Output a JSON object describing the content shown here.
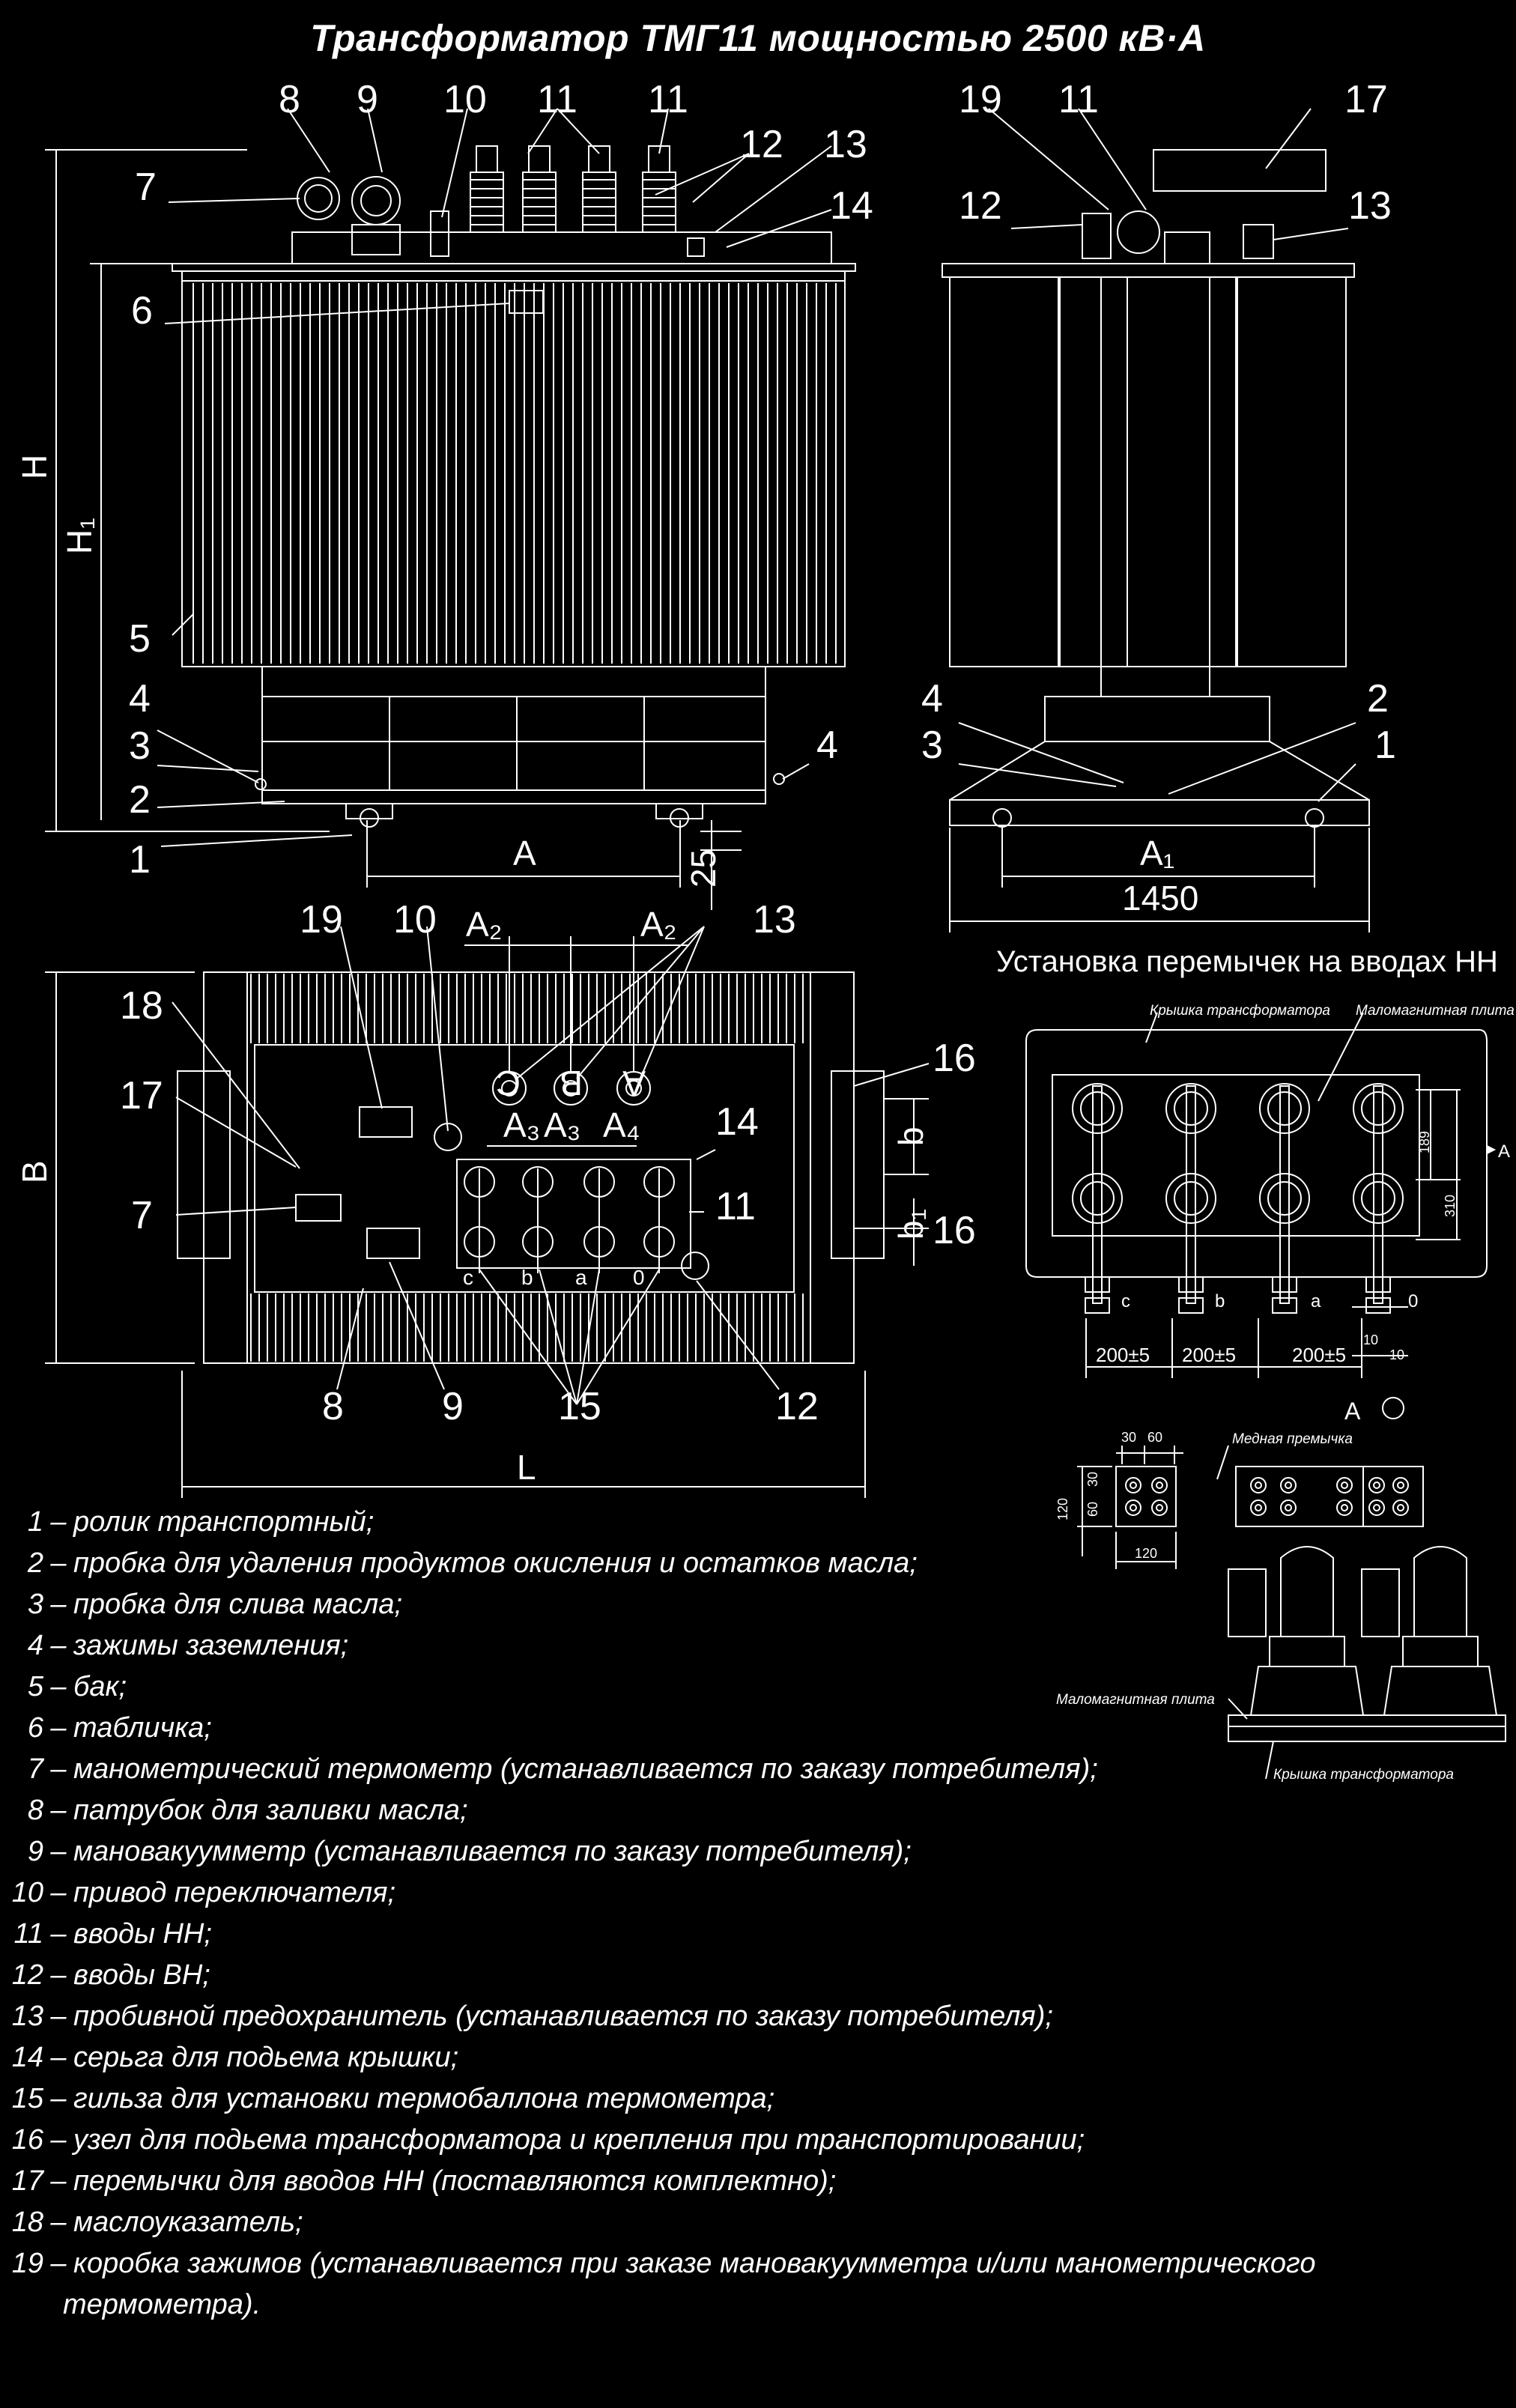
{
  "title": "Трансформатор ТМГ11 мощностью 2500 кВ·А",
  "jumper_section_title": "Установка перемычек на вводах НН",
  "callouts_front": [
    "1",
    "2",
    "3",
    "4",
    "5",
    "6",
    "7",
    "8",
    "9",
    "10",
    "11",
    "11",
    "12",
    "13",
    "14"
  ],
  "callouts_side": [
    "1",
    "2",
    "3",
    "4",
    "11",
    "12",
    "13",
    "17",
    "19"
  ],
  "callouts_plan": [
    "7",
    "8",
    "9",
    "10",
    "11",
    "12",
    "13",
    "14",
    "15",
    "16",
    "16",
    "17",
    "18",
    "19"
  ],
  "dims": {
    "H": "H",
    "H1": "H₁",
    "A": "A",
    "A1": "A₁",
    "A2_left": "A₂",
    "A2_right": "A₂",
    "A3_left": "A₃",
    "A3_right": "A₃",
    "A4": "A₄",
    "B": "B",
    "L": "L",
    "b": "b",
    "b1": "b₁",
    "d25": "25",
    "d1450": "1450"
  },
  "phase_labels": {
    "hv": [
      "C",
      "B",
      "A"
    ],
    "lv": [
      "c",
      "b",
      "a",
      "0"
    ]
  },
  "jumper_view": {
    "cover_label": "Крышка трансформатора",
    "plate_label": "Маломагнитная плита",
    "spacing": [
      "200±5",
      "200±5",
      "200±5"
    ],
    "dim_189": "189",
    "dim_310": "310",
    "dim_10a": "10",
    "dim_10b": "10",
    "phases": [
      "c",
      "b",
      "a",
      "0"
    ],
    "view_arrow": "A"
  },
  "detail_view": {
    "view_label": "A",
    "copper_jumper_label": "Медная премычка",
    "plate_label": "Маломагнитная плита",
    "cover_label": "Крышка трансформатора",
    "dim_30": "30",
    "dim_60": "60",
    "dim_120_v": "120",
    "dim_60_v": "60",
    "dim_30_v": "30",
    "dim_120_h": "120"
  },
  "legend": [
    {
      "n": "1",
      "text": "ролик транспортный;"
    },
    {
      "n": "2",
      "text": "пробка для удаления продуктов окисления и остатков масла;"
    },
    {
      "n": "3",
      "text": "пробка для слива масла;"
    },
    {
      "n": "4",
      "text": "зажимы заземления;"
    },
    {
      "n": "5",
      "text": "бак;"
    },
    {
      "n": "6",
      "text": "табличка;"
    },
    {
      "n": "7",
      "text": "манометрический термометр (устанавливается по заказу потребителя);"
    },
    {
      "n": "8",
      "text": "патрубок для заливки масла;"
    },
    {
      "n": "9",
      "text": "мановакуумметр (устанавливается по заказу потребителя);"
    },
    {
      "n": "10",
      "text": "привод переключателя;"
    },
    {
      "n": "11",
      "text": "вводы НН;"
    },
    {
      "n": "12",
      "text": "вводы ВН;"
    },
    {
      "n": "13",
      "text": "пробивной предохранитель (устанавливается по заказу потребителя);"
    },
    {
      "n": "14",
      "text": "серьга для подьема крышки;"
    },
    {
      "n": "15",
      "text": "гильза для установки термобаллона термометра;"
    },
    {
      "n": "16",
      "text": "узел для подьема трансформатора и крепления при транспортировании;"
    },
    {
      "n": "17",
      "text": "перемычки для вводов НН (поставляются комплектно);"
    },
    {
      "n": "18",
      "text": "маслоуказатель;"
    },
    {
      "n": "19",
      "text": "коробка зажимов (устанавливается при заказе мановакуумметра и/или манометрического"
    }
  ],
  "legend_continuation": "термометра).",
  "colors": {
    "background": "#000000",
    "lines": "#ffffff"
  }
}
